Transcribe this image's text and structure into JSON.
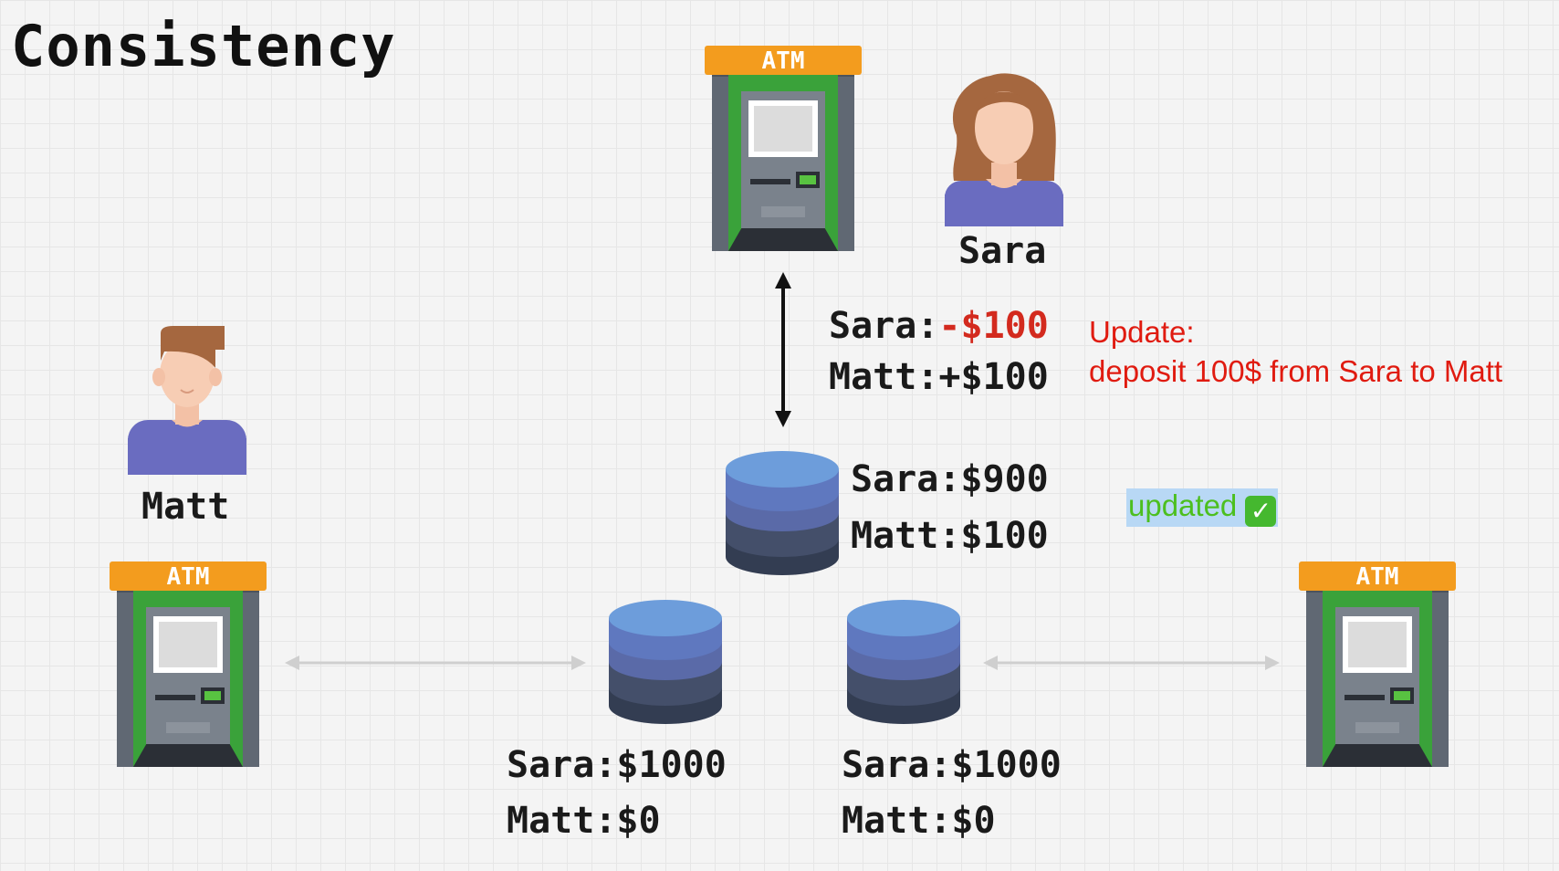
{
  "title": "Consistency",
  "atm_label": "ATM",
  "people": {
    "sara": {
      "name": "Sara"
    },
    "matt": {
      "name": "Matt"
    }
  },
  "transaction": {
    "sara_label": "Sara:",
    "sara_value": "-$100",
    "matt_label": "Matt:",
    "matt_value": "+$100"
  },
  "update_note": {
    "line1": "Update:",
    "line2": "deposit 100$ from Sara to Matt"
  },
  "primary_db": {
    "sara_label": "Sara:",
    "sara_value": "$900",
    "matt_label": "Matt:",
    "matt_value": "$100",
    "status": "updated",
    "status_icon": "check-mark-icon"
  },
  "replica_left": {
    "sara_label": "Sara:",
    "sara_value": "$1000",
    "matt_label": "Matt:",
    "matt_value": "$0"
  },
  "replica_right": {
    "sara_label": "Sara:",
    "sara_value": "$1000",
    "matt_label": "Matt:",
    "matt_value": "$0"
  },
  "colors": {
    "atm_top": "#f39c1e",
    "atm_body": "#606873",
    "atm_green": "#3aa23a",
    "db_top": "#6d9ddb",
    "db_mid": "#5a6aa8",
    "db_bottom": "#333d52",
    "shirt": "#6a6cc0",
    "alert_red": "#e01b10",
    "ok_green": "#4cbf1f"
  }
}
